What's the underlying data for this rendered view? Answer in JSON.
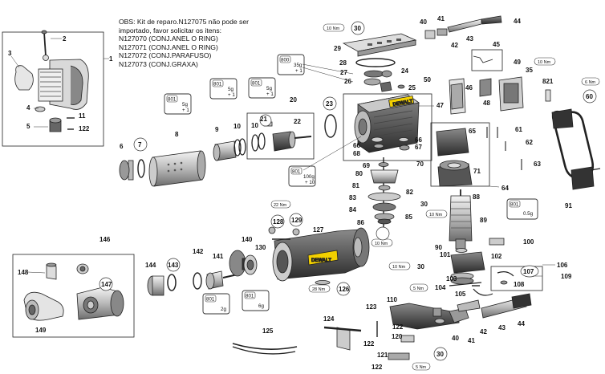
{
  "notes": {
    "line1": "OBS: Kit de reparo.N127075 não pode ser",
    "line2": "importado, favor solicitar os itens:",
    "items": [
      "N127070 (CONJ.ANEL O RING)",
      "N127071 (CONJ.ANEL O RING)",
      "N127072 (CONJ.PARAFUSO)",
      "N127073 (CONJ.GRAXA)"
    ]
  },
  "parts": {
    "p1": "1",
    "p2": "2",
    "p3": "3",
    "p4": "4",
    "p5": "5",
    "p11": "11",
    "p122a": "122",
    "p6": "6",
    "p7": "7",
    "p8": "8",
    "p9": "9",
    "p10a": "10",
    "p10b": "10",
    "p20": "20",
    "p21": "21",
    "p22": "22",
    "p23": "23",
    "p24": "24",
    "p25": "25",
    "p26": "26",
    "p27": "27",
    "p28": "28",
    "p29": "29",
    "p30a": "30",
    "p40a": "40",
    "p41a": "41",
    "p42a": "42",
    "p43a": "43",
    "p44a": "44",
    "p45": "45",
    "p46": "46",
    "p47": "47",
    "p48": "48",
    "p49": "49",
    "p50": "50",
    "p35": "35",
    "p821": "821",
    "p60": "60",
    "p61": "61",
    "p62": "62",
    "p63": "63",
    "p64": "64",
    "p65": "65",
    "p66a": "66",
    "p66b": "66",
    "p67": "67",
    "p68": "68",
    "p69": "69",
    "p70": "70",
    "p71": "71",
    "p80": "80",
    "p81": "81",
    "p82": "82",
    "p83": "83",
    "p84": "84",
    "p85": "85",
    "p86": "86",
    "p88": "88",
    "p89": "89",
    "p30b": "30",
    "p90": "90",
    "p91": "91",
    "p100": "100",
    "p101": "101",
    "p102": "102",
    "p30c": "30",
    "p103": "103",
    "p104": "104",
    "p105": "105",
    "p106": "106",
    "p107": "107",
    "p108": "108",
    "p109": "109",
    "p110": "110",
    "p122b": "122",
    "p120": "120",
    "p40b": "40",
    "p41b": "41",
    "p42b": "42",
    "p43b": "43",
    "p44b": "44",
    "p30d": "30",
    "p121": "121",
    "p122c": "122",
    "p123": "123",
    "p122d": "122",
    "p124": "124",
    "p125": "125",
    "p126": "126",
    "p127": "127",
    "p128": "128",
    "p129": "129",
    "p130": "130",
    "p140": "140",
    "p141": "141",
    "p142": "142",
    "p143": "143",
    "p144": "144",
    "p146": "146",
    "p147": "147",
    "p148": "148",
    "p149": "149"
  },
  "torques": {
    "t1": "10 Nm",
    "t2": "10 Nm",
    "t3": "6 Nm",
    "t4": "22 Nm",
    "t5": "10 Nm",
    "t6": "10 Nm",
    "t7": "10 Nm",
    "t8": "5 Nm",
    "t9": "28 Nm",
    "t10": "5 Nm"
  },
  "grease": {
    "g1": {
      "code": "801",
      "amount": "5g",
      "mult": "+ 1"
    },
    "g2": {
      "code": "801",
      "amount": "5g",
      "mult": "+ 1"
    },
    "g3": {
      "code": "801",
      "amount": "5g",
      "mult": "+ 1"
    },
    "g4": {
      "code": "800",
      "amount": "35g",
      "mult": "+ 1"
    },
    "g5": {
      "code": "801",
      "amount": "100g",
      "mult": "+ 10"
    },
    "g6": {
      "code": "801",
      "amount": "0.5g",
      "mult": ""
    },
    "g7": {
      "code": "801",
      "amount": "2g",
      "mult": ""
    },
    "g8": {
      "code": "801",
      "amount": "6g",
      "mult": ""
    }
  },
  "brand": "DEWALT"
}
